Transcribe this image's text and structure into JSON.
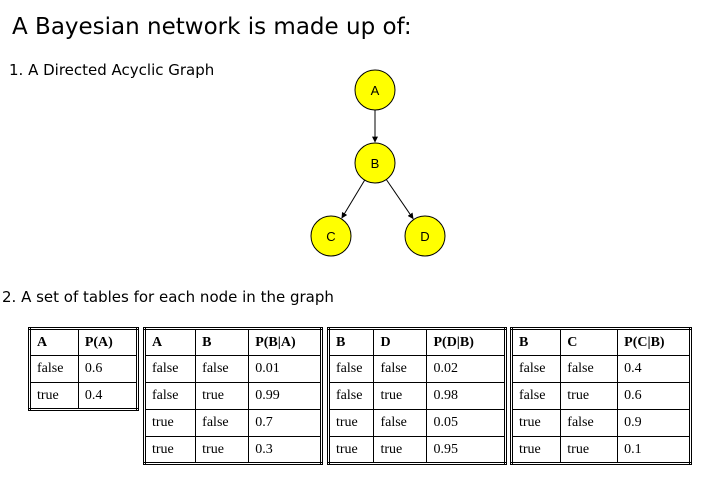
{
  "title": "A Bayesian network is made up of:",
  "item1": "1. A Directed Acyclic Graph",
  "item2": "2. A set of tables for each node in the graph",
  "graph": {
    "node_fill": "#ffff00",
    "nodes": [
      {
        "id": "A",
        "label": "A"
      },
      {
        "id": "B",
        "label": "B"
      },
      {
        "id": "C",
        "label": "C"
      },
      {
        "id": "D",
        "label": "D"
      }
    ],
    "edges": [
      {
        "from": "A",
        "to": "B"
      },
      {
        "from": "B",
        "to": "C"
      },
      {
        "from": "B",
        "to": "D"
      }
    ]
  },
  "tables": [
    {
      "headers": [
        "A",
        "P(A)"
      ],
      "rows": [
        [
          "false",
          "0.6"
        ],
        [
          "true",
          "0.4"
        ]
      ]
    },
    {
      "headers": [
        "A",
        "B",
        "P(B|A)"
      ],
      "rows": [
        [
          "false",
          "false",
          "0.01"
        ],
        [
          "false",
          "true",
          "0.99"
        ],
        [
          "true",
          "false",
          "0.7"
        ],
        [
          "true",
          "true",
          "0.3"
        ]
      ]
    },
    {
      "headers": [
        "B",
        "D",
        "P(D|B)"
      ],
      "rows": [
        [
          "false",
          "false",
          "0.02"
        ],
        [
          "false",
          "true",
          "0.98"
        ],
        [
          "true",
          "false",
          "0.05"
        ],
        [
          "true",
          "true",
          "0.95"
        ]
      ]
    },
    {
      "headers": [
        "B",
        "C",
        "P(C|B)"
      ],
      "rows": [
        [
          "false",
          "false",
          "0.4"
        ],
        [
          "false",
          "true",
          "0.6"
        ],
        [
          "true",
          "false",
          "0.9"
        ],
        [
          "true",
          "true",
          "0.1"
        ]
      ]
    }
  ]
}
